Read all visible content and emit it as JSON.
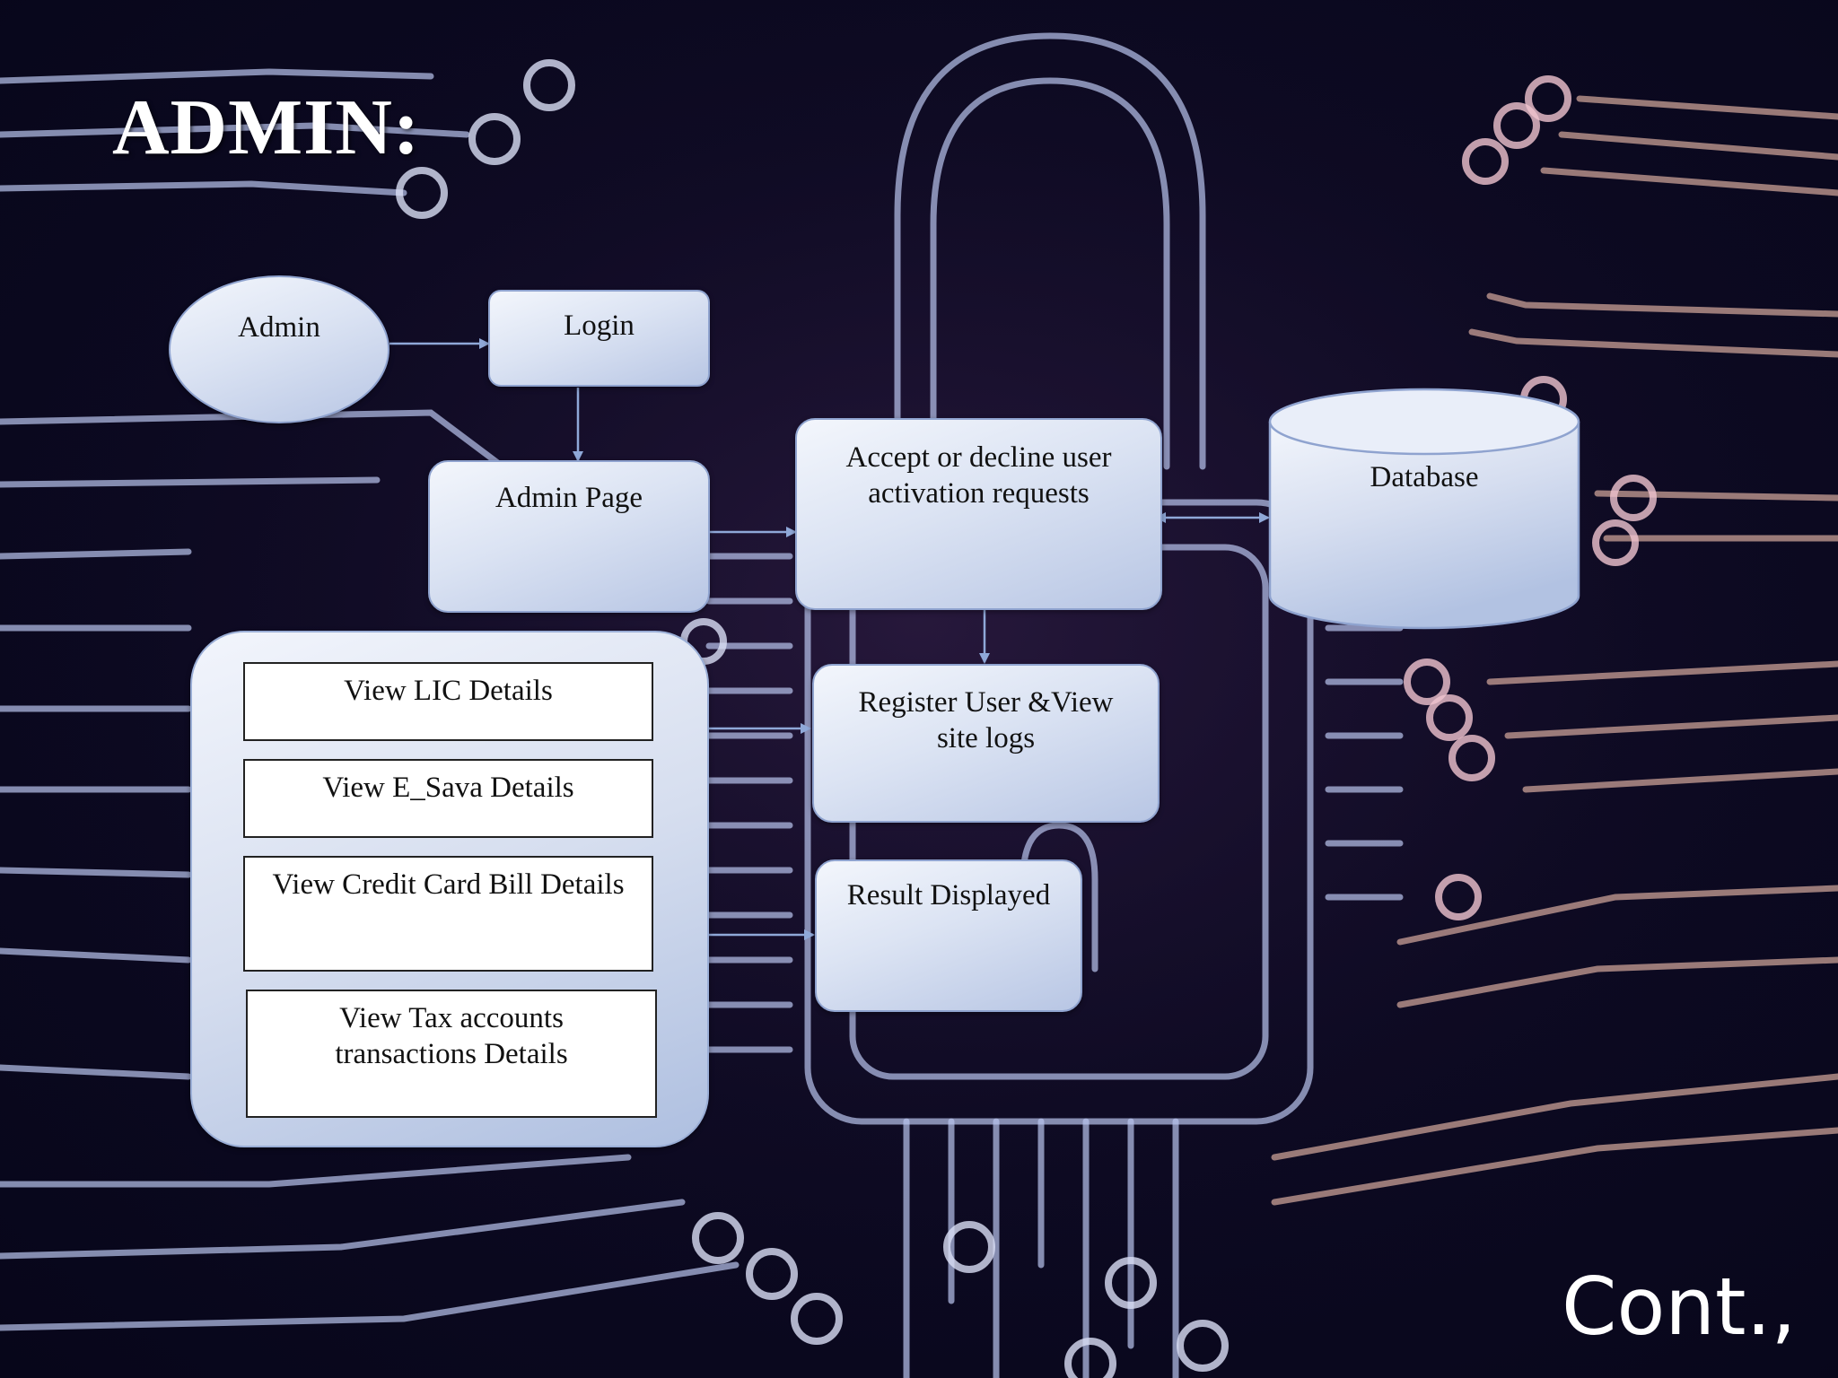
{
  "title": "ADMIN:",
  "nodes": {
    "admin": "Admin",
    "login": "Login",
    "admin_page": "Admin Page",
    "accept_decline": [
      "Accept or decline user",
      "activation requests"
    ],
    "database": "Database",
    "register_view": [
      "Register User &View",
      "site logs"
    ],
    "result_displayed": "Result Displayed"
  },
  "view_items": [
    [
      "View LIC Details"
    ],
    [
      "View E_Sava Details"
    ],
    [
      "View Credit Card Bill Details"
    ],
    [
      "View Tax accounts",
      "transactions Details"
    ]
  ],
  "footer": "Cont.,",
  "colors": {
    "node_fill": "#dbe3f3",
    "node_border": "#8fa3cf",
    "arrow": "#8fa8d8",
    "circuit": "#b9c4ee",
    "circuit_warm": "#e7b7a8"
  }
}
